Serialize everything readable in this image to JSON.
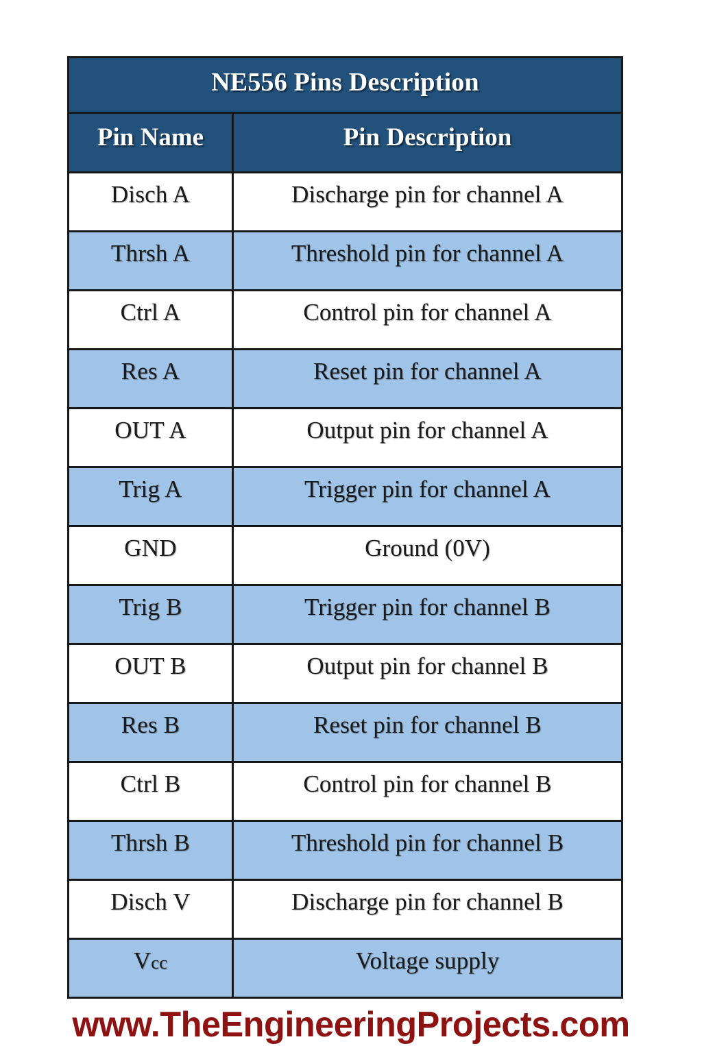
{
  "table": {
    "title": "NE556 Pins Description",
    "columns": [
      "Pin Name",
      "Pin Description"
    ],
    "rows": [
      {
        "name": "Disch A",
        "description": "Discharge pin for channel A"
      },
      {
        "name": "Thrsh A",
        "description": "Threshold pin for channel A"
      },
      {
        "name": "Ctrl A",
        "description": "Control pin for channel A"
      },
      {
        "name": "Res A",
        "description": "Reset pin for channel A"
      },
      {
        "name": "OUT A",
        "description": "Output pin for channel A"
      },
      {
        "name": "Trig A",
        "description": "Trigger pin for channel A"
      },
      {
        "name": "GND",
        "description": "Ground (0V)"
      },
      {
        "name": "Trig B",
        "description": "Trigger pin for channel B"
      },
      {
        "name": "OUT B",
        "description": "Output pin for channel B"
      },
      {
        "name": "Res B",
        "description": "Reset pin for channel B"
      },
      {
        "name": "Ctrl B",
        "description": "Control pin for channel B"
      },
      {
        "name": "Thrsh B",
        "description": "Threshold pin for channel B"
      },
      {
        "name": "Disch V",
        "description": "Discharge pin for channel B"
      },
      {
        "name": "Vcc",
        "description": "Voltage supply"
      }
    ]
  },
  "footer": {
    "watermark": "www.TheEngineeringProjects.com"
  },
  "colors": {
    "header_background": "#22517C",
    "header_text": "#FFFFFF",
    "row_alternate_background": "#9FC4E8",
    "row_background": "#FFFFFF",
    "border": "#17181C",
    "body_text": "#1A1A1A",
    "watermark_text": "#8E1212",
    "page_background": "#FFFFFF"
  }
}
